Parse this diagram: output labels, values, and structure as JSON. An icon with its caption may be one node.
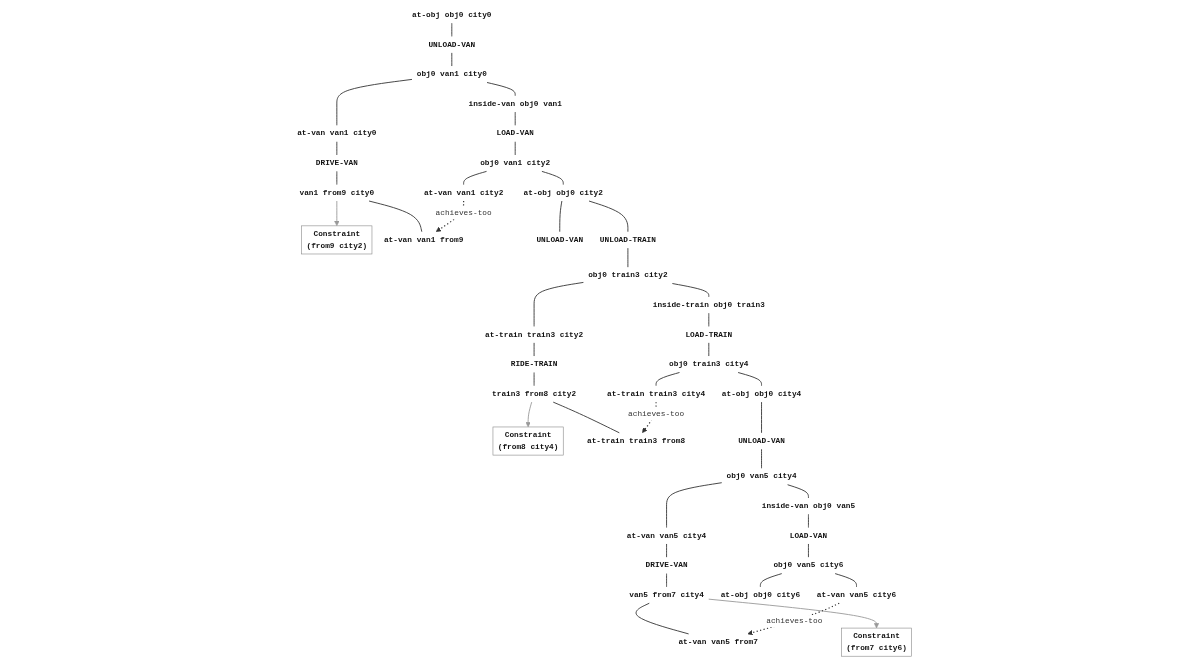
{
  "diagram": {
    "nodes": [
      {
        "text": [
          "at-obj obj0 city0"
        ]
      },
      {
        "text": [
          "UNLOAD-VAN"
        ]
      },
      {
        "text": [
          "obj0 van1 city0"
        ]
      },
      {
        "text": [
          "inside-van obj0 van1"
        ]
      },
      {
        "text": [
          "at-van van1 city0"
        ]
      },
      {
        "text": [
          "LOAD-VAN"
        ]
      },
      {
        "text": [
          "obj0 van1 city2"
        ]
      },
      {
        "text": [
          "DRIVE-VAN"
        ]
      },
      {
        "text": [
          "van1 from9 city0"
        ]
      },
      {
        "text": [
          "Constraint",
          "(from9 city2)"
        ]
      },
      {
        "text": [
          "at-van van1 from9"
        ]
      },
      {
        "text": [
          "at-obj obj0 city2"
        ]
      },
      {
        "text": [
          "at-van van1 city2"
        ]
      },
      {
        "text": [
          "UNLOAD-VAN"
        ]
      },
      {
        "text": [
          "UNLOAD-TRAIN"
        ]
      },
      {
        "text": [
          "obj0 train3 city2"
        ]
      },
      {
        "text": [
          "inside-train obj0 train3"
        ]
      },
      {
        "text": [
          "at-train train3 city2"
        ]
      },
      {
        "text": [
          "LOAD-TRAIN"
        ]
      },
      {
        "text": [
          "obj0 train3 city4"
        ]
      },
      {
        "text": [
          "RIDE-TRAIN"
        ]
      },
      {
        "text": [
          "train3 from8 city2"
        ]
      },
      {
        "text": [
          "Constraint",
          "(from8 city4)"
        ]
      },
      {
        "text": [
          "at-train train3 from8"
        ]
      },
      {
        "text": [
          "at-obj obj0 city4"
        ]
      },
      {
        "text": [
          "at-train train3 city4"
        ]
      },
      {
        "text": [
          "UNLOAD-VAN"
        ]
      },
      {
        "text": [
          "obj0 van5 city4"
        ]
      },
      {
        "text": [
          "inside-van obj0 van5"
        ]
      },
      {
        "text": [
          "at-van van5 city4"
        ]
      },
      {
        "text": [
          "LOAD-VAN"
        ]
      },
      {
        "text": [
          "obj0 van5 city6"
        ]
      },
      {
        "text": [
          "DRIVE-VAN"
        ]
      },
      {
        "text": [
          "van5 from7 city4"
        ]
      },
      {
        "text": [
          "Constraint",
          "(from7 city6)"
        ]
      },
      {
        "text": [
          "at-van van5 from7"
        ]
      },
      {
        "text": [
          "at-obj obj0 city6"
        ]
      },
      {
        "text": [
          "at-van van5 city6"
        ]
      }
    ],
    "edges": [
      {
        "from": 0,
        "to": 1,
        "arrow": "none"
      },
      {
        "from": 1,
        "to": 2,
        "arrow": "none"
      },
      {
        "from": 2,
        "to": 3,
        "arrow": "none"
      },
      {
        "from": 2,
        "to": 4,
        "arrow": "none"
      },
      {
        "from": 3,
        "to": 5,
        "arrow": "none"
      },
      {
        "from": 5,
        "to": 6,
        "arrow": "none"
      },
      {
        "from": 4,
        "to": 7,
        "arrow": "none"
      },
      {
        "from": 7,
        "to": 8,
        "arrow": "none"
      },
      {
        "from": 8,
        "to": 9,
        "arrow": "to",
        "color": "#999999"
      },
      {
        "from": 8,
        "to": 10,
        "arrow": "none"
      },
      {
        "from": 6,
        "to": 11,
        "arrow": "none"
      },
      {
        "from": 6,
        "to": 12,
        "arrow": "none"
      },
      {
        "from": 12,
        "to": 10,
        "arrow": "to",
        "style": "dashed",
        "label": "achieves-too"
      },
      {
        "from": 11,
        "to": 13,
        "arrow": "none"
      },
      {
        "from": 11,
        "to": 14,
        "arrow": "none"
      },
      {
        "from": 14,
        "to": 15,
        "arrow": "none"
      },
      {
        "from": 15,
        "to": 16,
        "arrow": "none"
      },
      {
        "from": 15,
        "to": 17,
        "arrow": "none"
      },
      {
        "from": 16,
        "to": 18,
        "arrow": "none"
      },
      {
        "from": 18,
        "to": 19,
        "arrow": "none"
      },
      {
        "from": 17,
        "to": 20,
        "arrow": "none"
      },
      {
        "from": 20,
        "to": 21,
        "arrow": "none"
      },
      {
        "from": 21,
        "to": 22,
        "arrow": "to",
        "color": "#999999"
      },
      {
        "from": 21,
        "to": 23,
        "arrow": "none"
      },
      {
        "from": 19,
        "to": 24,
        "arrow": "none"
      },
      {
        "from": 19,
        "to": 25,
        "arrow": "none"
      },
      {
        "from": 25,
        "to": 23,
        "arrow": "to",
        "style": "dashed",
        "label": "achieves-too"
      },
      {
        "from": 24,
        "to": 26,
        "arrow": "none"
      },
      {
        "from": 26,
        "to": 27,
        "arrow": "none"
      },
      {
        "from": 27,
        "to": 28,
        "arrow": "none"
      },
      {
        "from": 27,
        "to": 29,
        "arrow": "none"
      },
      {
        "from": 28,
        "to": 30,
        "arrow": "none"
      },
      {
        "from": 30,
        "to": 31,
        "arrow": "none"
      },
      {
        "from": 29,
        "to": 32,
        "arrow": "none"
      },
      {
        "from": 32,
        "to": 33,
        "arrow": "none"
      },
      {
        "from": 33,
        "to": 34,
        "arrow": "to",
        "color": "#999999"
      },
      {
        "from": 33,
        "to": 35,
        "arrow": "none"
      },
      {
        "from": 31,
        "to": 36,
        "arrow": "none"
      },
      {
        "from": 31,
        "to": 37,
        "arrow": "none"
      },
      {
        "from": 37,
        "to": 35,
        "arrow": "to",
        "style": "dashed",
        "label": "achieves-too"
      }
    ]
  }
}
